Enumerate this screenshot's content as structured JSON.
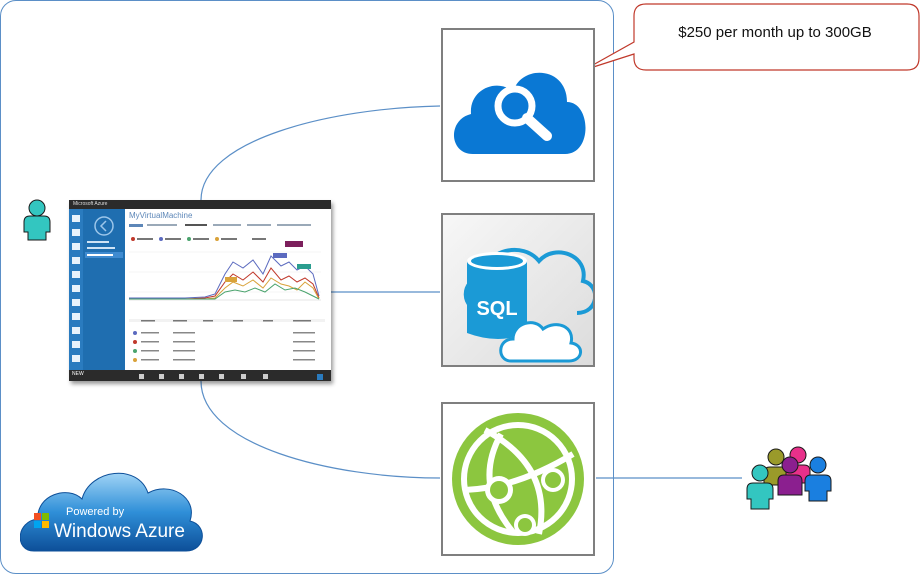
{
  "callout": {
    "text": "$250 per month up to 300GB"
  },
  "screenshot": {
    "brand": "Microsoft Azure",
    "vm_title": "MyVirtualMachine",
    "new_label": "NEW"
  },
  "badge": {
    "line1": "Powered by",
    "line2": "Windows Azure"
  },
  "icons": {
    "user": "user-icon",
    "search": "cloud-search-icon",
    "sql": "cloud-sql-icon",
    "web": "web-sites-globe-icon",
    "group": "user-group-icon"
  },
  "colors": {
    "azure_blue": "#0a78d4",
    "sql_blue": "#1b9ad6",
    "web_green": "#8cc63f",
    "frame": "#5b8fc7",
    "callout_border": "#c0392b"
  }
}
